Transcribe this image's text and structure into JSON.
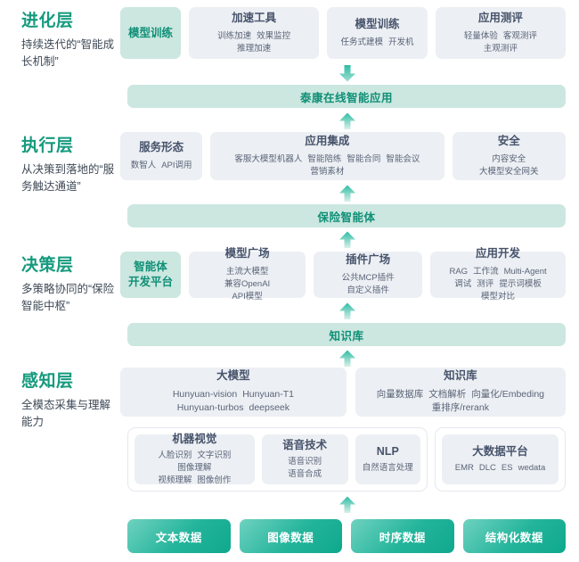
{
  "colors": {
    "accent_teal": "#0f8f76",
    "accent_light": "#cbe7e0",
    "card_grey": "#eceff3",
    "text_dark": "#46536b",
    "text_body": "#3f4a57",
    "chip_gradient_from": "#6fd2c0",
    "chip_gradient_to": "#0fa98d"
  },
  "layers": {
    "evolution": {
      "title": "进化层",
      "subtitle": "持续迭代的“智能成长机制”",
      "cards": [
        {
          "title": "模型训练",
          "items": [],
          "accent": true
        },
        {
          "title": "加速工具",
          "items": [
            "训练加速",
            "效果监控",
            "推理加速"
          ],
          "accent": false
        },
        {
          "title": "模型训练",
          "items": [
            "任务式建模",
            "开发机"
          ],
          "accent": false
        },
        {
          "title": "应用测评",
          "items": [
            "轻量体验",
            "客观测评",
            "主观测评"
          ],
          "accent": false
        }
      ],
      "bar": "泰康在线智能应用",
      "arrow_down": "arrow-down-icon",
      "arrow_up": "arrow-up-icon"
    },
    "execution": {
      "title": "执行层",
      "subtitle": "从决策到落地的“服务触达通道”",
      "cards": [
        {
          "title": "服务形态",
          "items": [
            "数智人",
            "API调用"
          ],
          "accent": false
        },
        {
          "title": "应用集成",
          "items": [
            "客服大模型机器人",
            "智能陪练",
            "智能合同",
            "智能会议",
            "营销素材"
          ],
          "accent": false
        },
        {
          "title": "安全",
          "items": [
            "内容安全",
            "大模型安全网关"
          ],
          "accent": false
        }
      ],
      "bar": "保险智能体",
      "arrow_up": "arrow-up-icon"
    },
    "decision": {
      "title": "决策层",
      "subtitle": "多策略协同的“保险智能中枢”",
      "cards": [
        {
          "title": "智能体\n开发平台",
          "items": [],
          "accent": true
        },
        {
          "title": "模型广场",
          "items": [
            "主流大模型",
            "兼容OpenAI API模型"
          ],
          "accent": false
        },
        {
          "title": "插件广场",
          "items": [
            "公共MCP插件",
            "自定义插件"
          ],
          "accent": false
        },
        {
          "title": "应用开发",
          "items": [
            "RAG",
            "工作流",
            "Multi-Agent",
            "调试",
            "测评",
            "提示词模板",
            "模型对比"
          ],
          "accent": false
        }
      ],
      "bar": "知识库",
      "arrow_up": "arrow-up-icon"
    },
    "perception": {
      "title": "感知层",
      "subtitle": "全模态采集与理解能力",
      "top_cards": [
        {
          "title": "大模型",
          "items": [
            "Hunyuan-vision",
            "Hunyuan-T1",
            "Hunyuan-turbos",
            "deepseek"
          ]
        },
        {
          "title": "知识库",
          "items": [
            "向量数据库",
            "文档解析",
            "向量化/Embeding",
            "重排序/rerank"
          ]
        }
      ],
      "group_left": [
        {
          "title": "机器视觉",
          "items": [
            "人脸识别",
            "文字识别",
            "图像理解",
            "视频理解",
            "图像创作"
          ]
        },
        {
          "title": "语音技术",
          "items": [
            "语音识别",
            "语音合成"
          ]
        },
        {
          "title": "NLP",
          "items": [
            "自然语言处理"
          ]
        }
      ],
      "group_right": [
        {
          "title": "大数据平台",
          "items": [
            "EMR",
            "DLC",
            "ES",
            "wedata"
          ]
        }
      ],
      "arrow_up": "arrow-up-icon"
    },
    "data": {
      "chips": [
        "文本数据",
        "图像数据",
        "时序数据",
        "结构化数据"
      ],
      "arrow_up": "arrow-up-icon"
    }
  }
}
